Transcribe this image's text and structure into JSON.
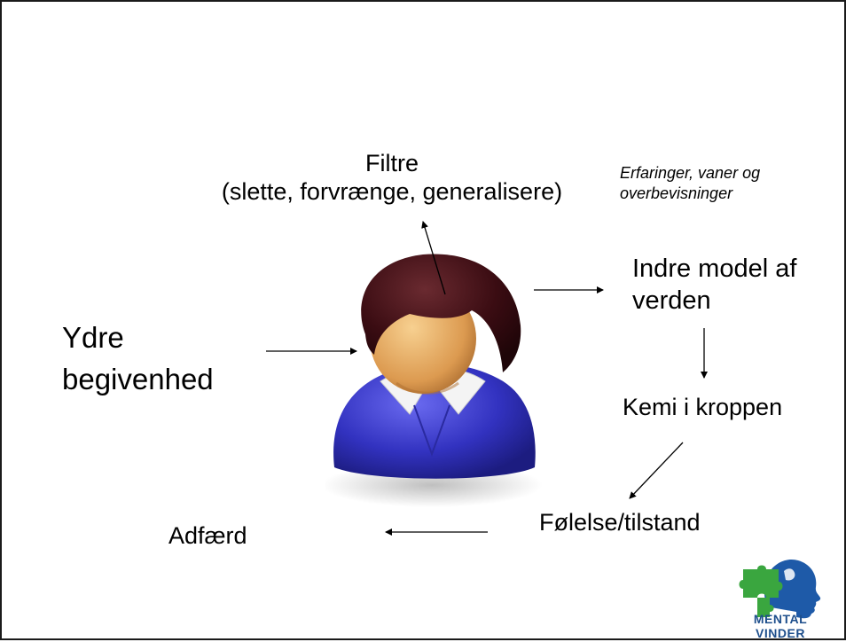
{
  "diagram": {
    "filter_title": "Filtre",
    "filter_subtitle": "(slette, forvrænge, generalisere)",
    "filter_note_line1": "Erfaringer, vaner og",
    "filter_note_line2": "overbevisninger",
    "inner_model_line1": "Indre model af",
    "inner_model_line2": "verden",
    "external_line1": "Ydre",
    "external_line2": "begivenhed",
    "body_chemistry": "Kemi i kroppen",
    "feeling_state": "Følelse/tilstand",
    "behavior": "Adfærd"
  },
  "logo": {
    "text": "MENTAL VINDER",
    "colors": {
      "green": "#3aa63f",
      "blue": "#1e5aa8"
    }
  },
  "person_icon": {
    "hair_color": "#3d1014",
    "skin_color": "#e0a060",
    "shirt_color": "#3c3cc8",
    "collar_color": "#f2f2f2"
  }
}
